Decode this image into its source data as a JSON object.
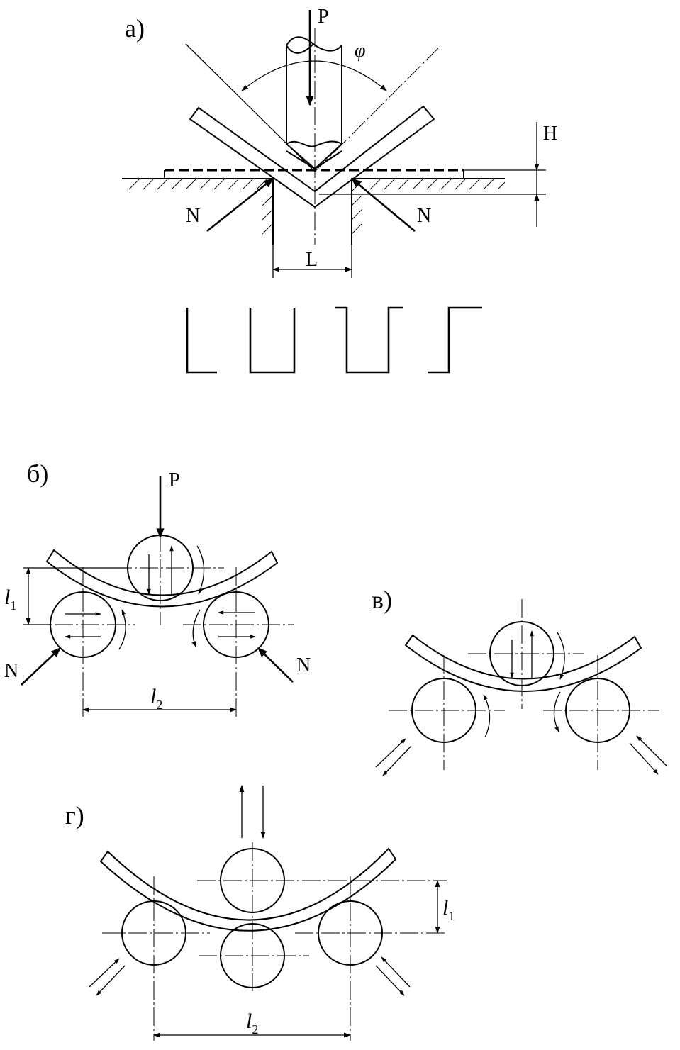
{
  "labels": {
    "panel_a": "а)",
    "panel_b": "б)",
    "panel_v": "в)",
    "panel_g": "г)",
    "force_p": "P",
    "angle_phi": "φ",
    "height_h": "H",
    "reaction_n": "N",
    "span_l": "L",
    "l1_base": "l",
    "l1_sub": "1",
    "l2_base": "l",
    "l2_sub": "2"
  }
}
